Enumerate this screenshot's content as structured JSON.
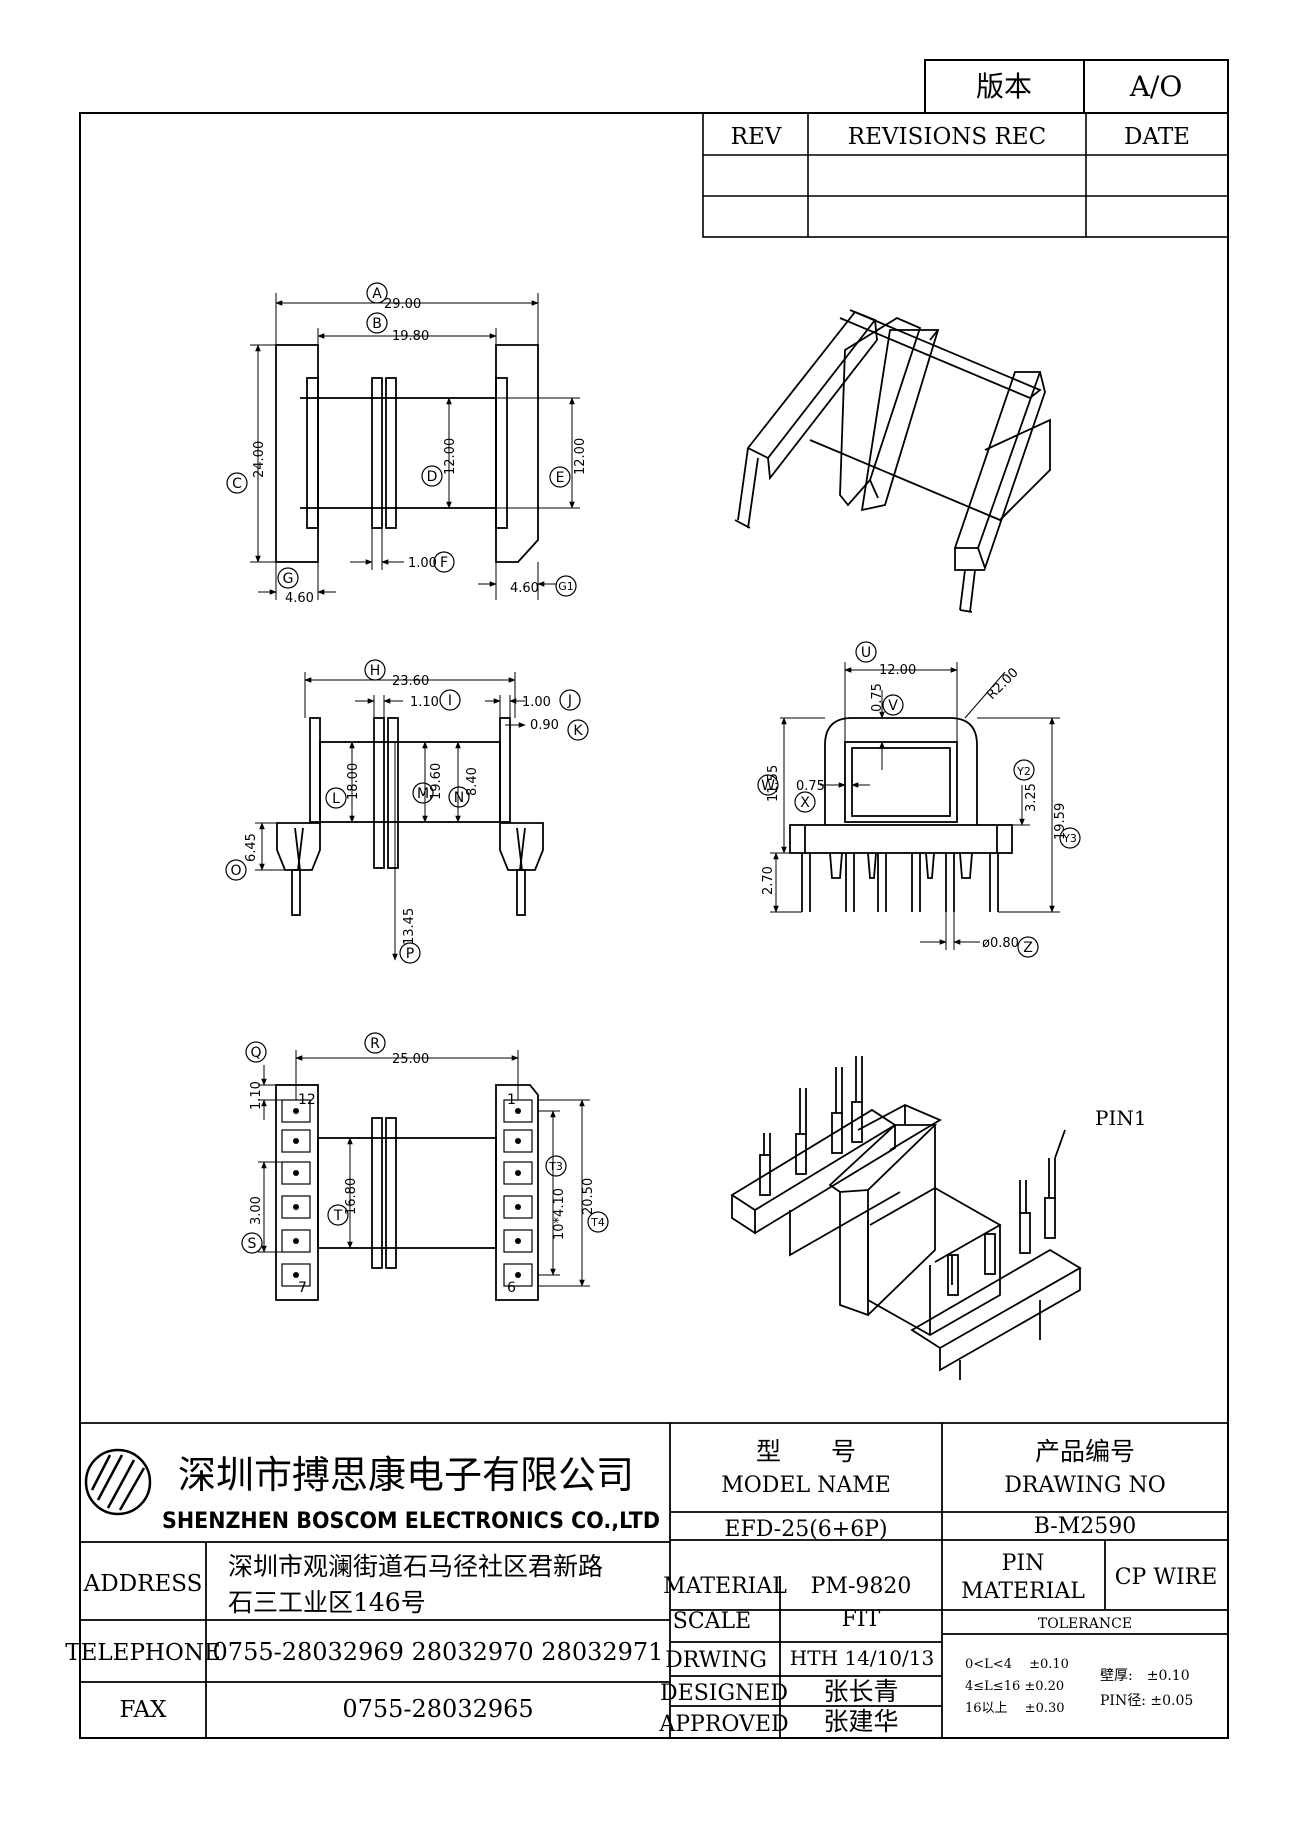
{
  "version_block": {
    "label": "版本",
    "value": "A/O"
  },
  "revision_table": {
    "headers": [
      "REV",
      "REVISIONS REC",
      "DATE"
    ],
    "rows": [
      [
        "",
        "",
        ""
      ],
      [
        "",
        "",
        ""
      ]
    ]
  },
  "views": {
    "top": {
      "dims": {
        "A": "29.00",
        "B": "19.80",
        "C": "24.00",
        "D": "12.00",
        "E": "12.00",
        "F": "1.00",
        "G": "4.60",
        "G1": "4.60"
      },
      "letters": [
        "A",
        "B",
        "C",
        "D",
        "E",
        "F",
        "G",
        "G1"
      ]
    },
    "front": {
      "dims": {
        "H": "23.60",
        "I": "1.10",
        "J": "1.00",
        "K": "0.90",
        "L": "18.00",
        "M": "19.60",
        "N": "8.40",
        "O": "6.45",
        "P": "13.45"
      },
      "letters": [
        "H",
        "I",
        "J",
        "K",
        "L",
        "M",
        "N",
        "O",
        "P"
      ]
    },
    "side": {
      "dims": {
        "U": "12.00",
        "V": "0.75",
        "R2": "R2.00",
        "W": "11.55",
        "X": "0.75",
        "Y2": "3.25",
        "Y3": "19.59",
        "pin_h": "2.70",
        "Z": "ø0.80"
      },
      "letters": [
        "U",
        "V",
        "W",
        "X",
        "Y2",
        "Y3",
        "Z"
      ]
    },
    "bottom": {
      "dims": {
        "Q": "1.10",
        "R": "25.00",
        "S": "3.00",
        "T": "16.80",
        "T3": "10*4.10",
        "T4": "20.50"
      },
      "letters": [
        "Q",
        "R",
        "S",
        "T",
        "T3",
        "T4"
      ],
      "pin_numbers": [
        "12",
        "1",
        "7",
        "6"
      ]
    },
    "iso_pin_label": "PIN1"
  },
  "title_block": {
    "company_cn": "深圳市搏思康电子有限公司",
    "company_en": "SHENZHEN BOSCOM ELECTRONICS CO.,LTD",
    "address_label": "ADDRESS",
    "address_line1": "深圳市观澜街道石马径社区君新路",
    "address_line2": "石三工业区146号",
    "telephone_label": "TELEPHONE",
    "telephone": "0755-28032969 28032970 28032971",
    "fax_label": "FAX",
    "fax": "0755-28032965",
    "model_name_cn": "型　　号",
    "model_name_en": "MODEL NAME",
    "model_value": "EFD-25(6+6P)",
    "drawing_no_cn": "产品编号",
    "drawing_no_en": "DRAWING NO",
    "drawing_no_value": "B-M2590",
    "material_label": "MATERIAL",
    "material_value": "PM-9820",
    "pin_material_label_1": "PIN",
    "pin_material_label_2": "MATERIAL",
    "pin_material_value": "CP WIRE",
    "scale_label": "SCALE",
    "scale_value": "FIT",
    "drwing_label": "DRWING",
    "drwing_value": "HTH 14/10/13",
    "designed_label": "DESIGNED",
    "designed_value": "张长青",
    "approved_label": "APPROVED",
    "approved_value": "张建华",
    "tolerance_label": "TOLERANCE",
    "tolerance_rows": [
      "0<L<4　 ±0.10",
      "4≤L≤16 ±0.20",
      "16以上　 ±0.30"
    ],
    "wall_thickness": "壁厚:　±0.10",
    "pin_diameter": "PIN径: ±0.05"
  }
}
